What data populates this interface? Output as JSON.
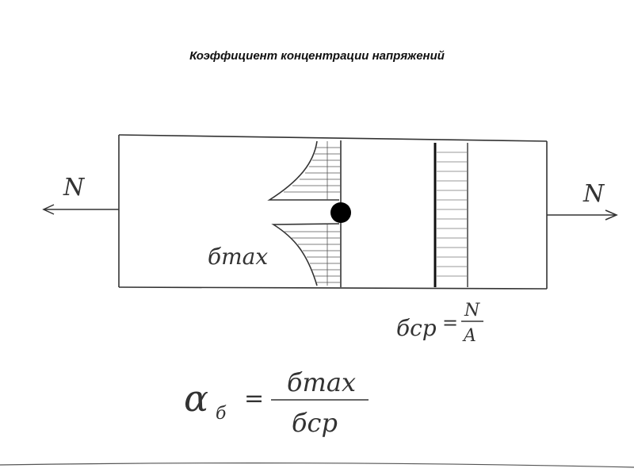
{
  "title": "Коэффициент концентрации напряжений",
  "labels": {
    "force_left": "N",
    "force_right": "N",
    "sigma_max": "бmax",
    "avg_stress_lhs": "бср",
    "avg_stress_num": "N",
    "avg_stress_den": "A",
    "alpha": "α",
    "alpha_sub": "б",
    "formula_num": "бmax",
    "formula_den": "бср"
  },
  "colors": {
    "ink": "#333333",
    "hatch": "#555555",
    "hole": "#000000"
  }
}
